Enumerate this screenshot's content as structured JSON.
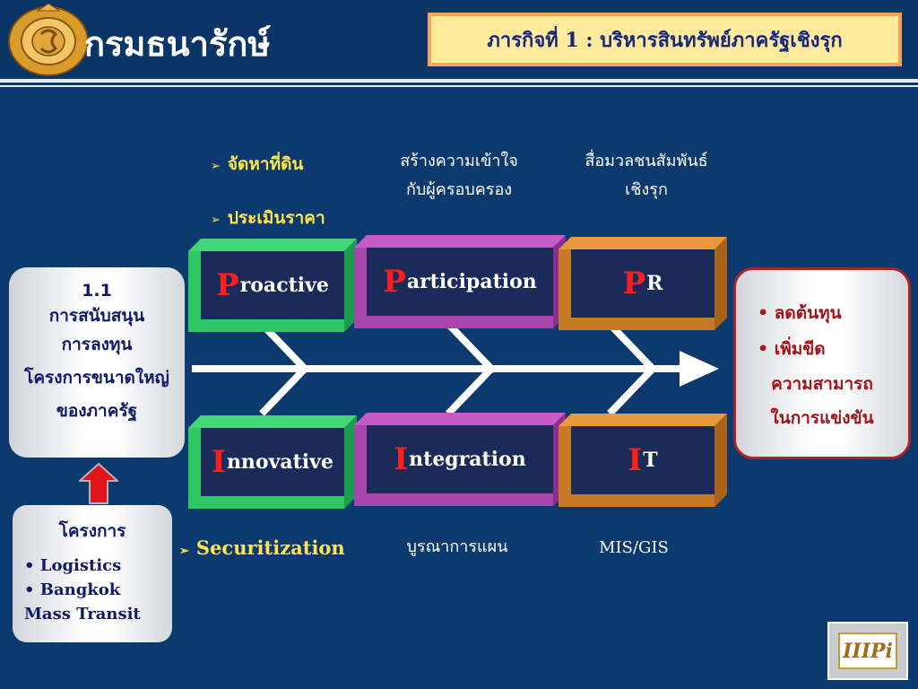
{
  "header": {
    "org_name": "กรมธนารักษ์",
    "mission_title": "ภารกิจที่ 1 : บริหารสินทรัพย์ภาครัฐเชิงรุก"
  },
  "top_bullets": [
    "จัดหาที่ดิน",
    "ประเมินราคา"
  ],
  "top_notes": {
    "participation": [
      "สร้างความเข้าใจ",
      "กับผู้ครอบครอง"
    ],
    "pr": [
      "สื่อมวลชนสัมพันธ์",
      "เชิงรุก"
    ]
  },
  "p_boxes": [
    {
      "cap": "P",
      "rest": "roactive",
      "edge": "#1fb859",
      "face_edge": "#42d774"
    },
    {
      "cap": "P",
      "rest": "articipation",
      "edge": "#a23fa6",
      "face_edge": "#c75cc9"
    },
    {
      "cap": "P",
      "rest": "R",
      "edge": "#c77a25",
      "face_edge": "#e8993e"
    }
  ],
  "i_boxes": [
    {
      "cap": "I",
      "rest": "nnovative",
      "edge": "#1fb859",
      "face_edge": "#42d774"
    },
    {
      "cap": "I",
      "rest": "ntegration",
      "edge": "#a23fa6",
      "face_edge": "#c75cc9"
    },
    {
      "cap": "I",
      "rest": "T",
      "edge": "#c77a25",
      "face_edge": "#e8993e"
    }
  ],
  "bottom_notes": {
    "securitization": "Securitization",
    "integration": "บูรณาการแผน",
    "it": "MIS/GIS"
  },
  "left_box": {
    "lines": [
      "1.1",
      "การสนับสนุน",
      "การลงทุน",
      "โครงการขนาดใหญ่",
      "ของภาครัฐ"
    ]
  },
  "project_box": {
    "title": "โครงการ",
    "items": [
      "Logistics",
      "Bangkok Mass Transit"
    ]
  },
  "right_box": {
    "bullets": [
      "ลดต้นทุน",
      "เพิ่มขีด"
    ],
    "continuation": [
      "ความสามารถ",
      "ในการแข่งขัน"
    ]
  },
  "logo_text": "IIIPi",
  "colors": {
    "background": "#0d3a6e",
    "arrow": "#ffffff",
    "up_arrow": "#e0141a",
    "bullet_text": "#ffe44d",
    "accent_red": "#ff1e1e"
  }
}
